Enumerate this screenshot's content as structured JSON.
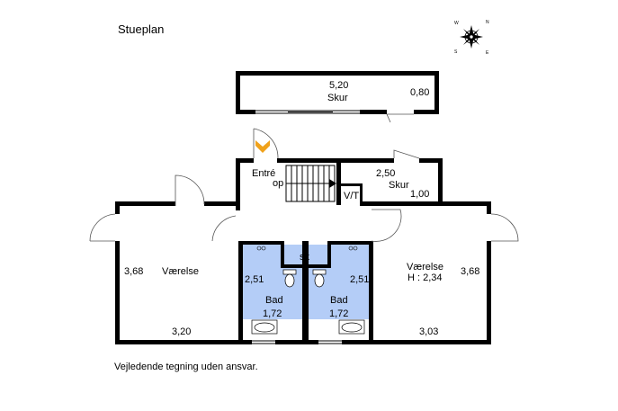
{
  "title": "Stueplan",
  "disclaimer": "Vejledende tegning uden ansvar.",
  "compass": {
    "n": "N",
    "s": "S",
    "e": "E",
    "w": "W"
  },
  "colors": {
    "wall": "#000000",
    "bath": "#b4cdf7",
    "entry_arrow": "#f0a21b"
  },
  "rooms": {
    "skur_top": {
      "dim_w": "5,20",
      "name": "Skur",
      "dim_h": "0,80"
    },
    "entre": {
      "name": "Entré",
      "stairs": "op"
    },
    "skur_right": {
      "dim_w": "2,50",
      "name": "Skur",
      "dim_h": "1,00"
    },
    "vt": {
      "name": "V/T"
    },
    "sk": {
      "name": "sk"
    },
    "vaerelse_left": {
      "name": "Værelse",
      "dim_h": "3,68",
      "dim_w": "3,20"
    },
    "bad_left": {
      "dim_h": "2,51",
      "name": "Bad",
      "dim_w": "1,72"
    },
    "bad_right": {
      "dim_h": "2,51",
      "name": "Bad",
      "dim_w": "1,72"
    },
    "vaerelse_right": {
      "name": "Værelse",
      "height": "H : 2,34",
      "dim_h": "3,68",
      "dim_w": "3,03"
    }
  }
}
